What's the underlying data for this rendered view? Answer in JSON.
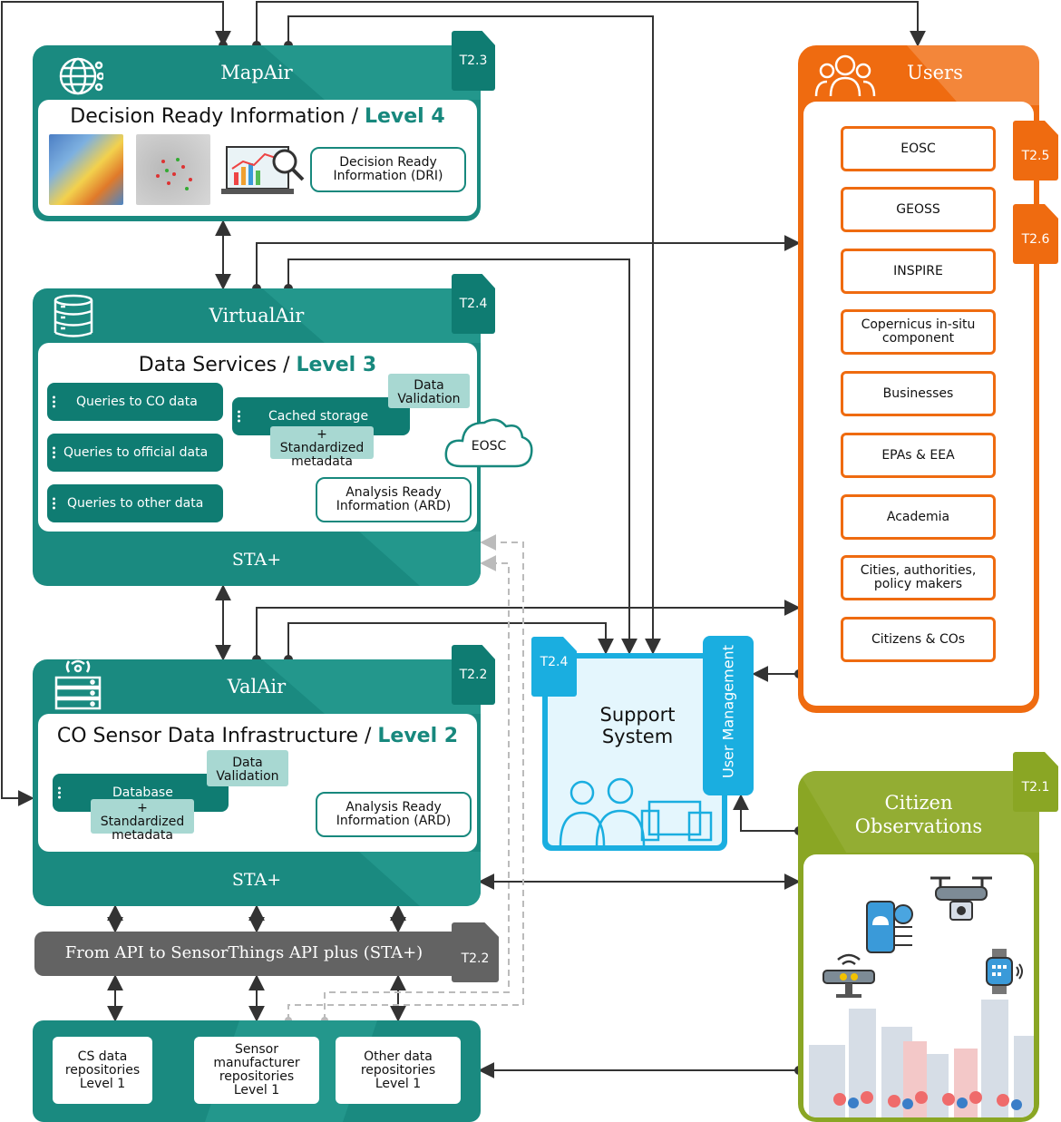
{
  "mapair": {
    "title": "MapAir",
    "tag": "T2.3",
    "card_title": "Decision Ready Information",
    "card_level": "Level 4",
    "dri_label": "Decision Ready Information (DRI)"
  },
  "virtualair": {
    "title": "VirtualAir",
    "tag": "T2.4",
    "card_title": "Data Services",
    "card_level": "Level 3",
    "queries": [
      "Queries to CO data",
      "Queries to official data",
      "Queries to other data"
    ],
    "cached_storage": "Cached storage",
    "data_validation": "Data Validation",
    "standardized_metadata": "+ Standardized metadata",
    "ard_label": "Analysis Ready Information (ARD)",
    "footer": "STA+",
    "eosc_cloud": "EOSC"
  },
  "valair": {
    "title": "ValAir",
    "tag": "T2.2",
    "card_title": "CO Sensor Data Infrastructure",
    "card_level": "Level 2",
    "database": "Database",
    "data_validation": "Data Validation",
    "standardized_metadata": "+ Standardized metadata",
    "ard_label": "Analysis Ready Information (ARD)",
    "footer": "STA+"
  },
  "api_bar": {
    "label": "From API to SensorThings API plus (STA+)",
    "tag": "T2.2"
  },
  "repositories": [
    "CS data repositories Level 1",
    "Sensor manufacturer repositories Level 1",
    "Other data repositories Level 1"
  ],
  "users": {
    "title": "Users",
    "tags": [
      "T2.5",
      "T2.6"
    ],
    "items": [
      "EOSC",
      "GEOSS",
      "INSPIRE",
      "Copernicus in-situ component",
      "Businesses",
      "EPAs & EEA",
      "Academia",
      "Cities, authorities, policy makers",
      "Citizens & COs"
    ]
  },
  "support": {
    "tag": "T2.4",
    "title": "Support System",
    "user_management": "User Management"
  },
  "citizen": {
    "title": "Citizen Observations",
    "tag": "T2.1"
  },
  "colors": {
    "teal_dark": "#0f7c72",
    "teal": "#1a8a80",
    "mint": "#a8d8d2",
    "orange": "#ef6b10",
    "cyan": "#1aaee0",
    "olive": "#8aa624",
    "gray": "#636363"
  },
  "icons": [
    "network-globe-icon",
    "database-stack-icon",
    "server-rack-icon",
    "users-group-icon",
    "cloud-icon",
    "drone-icon",
    "smartphone-icon",
    "smartwatch-icon",
    "sensor-icon",
    "chart-magnifier-icon"
  ]
}
